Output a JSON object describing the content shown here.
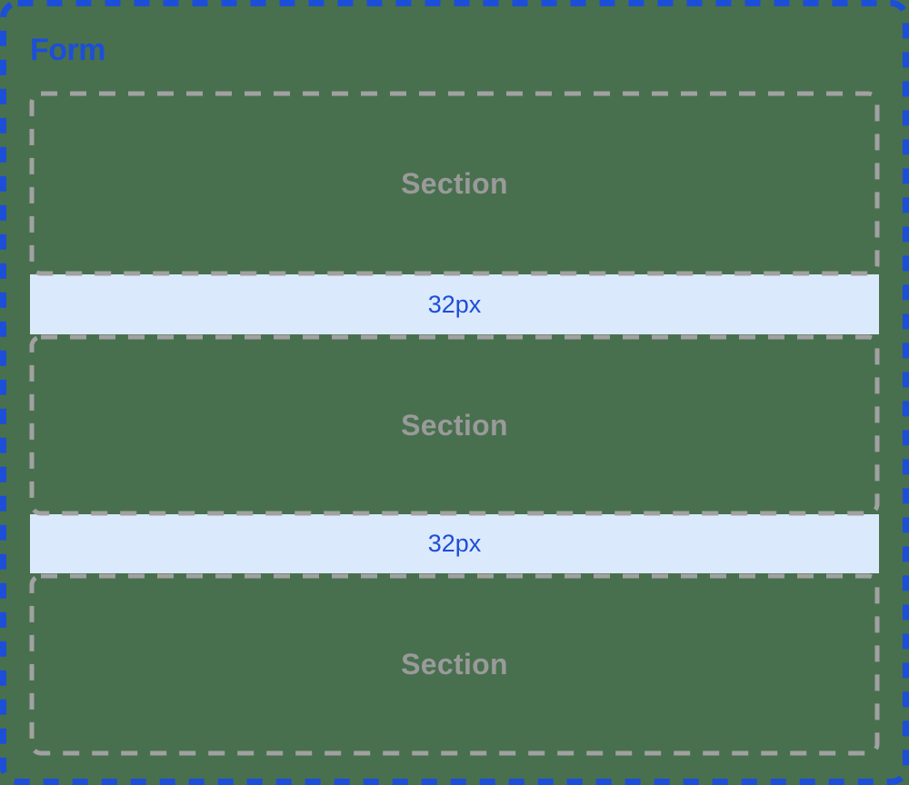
{
  "diagram": {
    "title": "Form",
    "sections": [
      {
        "label": "Section"
      },
      {
        "label": "Section"
      },
      {
        "label": "Section"
      }
    ],
    "spacers": [
      {
        "label": "32px"
      },
      {
        "label": "32px"
      }
    ],
    "colors": {
      "background": "#48704e",
      "accent_blue": "#1d4ed8",
      "spacer_fill": "#dbe9fc",
      "border_gray": "#a1a1a1",
      "section_text_gray": "#9a9a9a"
    }
  }
}
